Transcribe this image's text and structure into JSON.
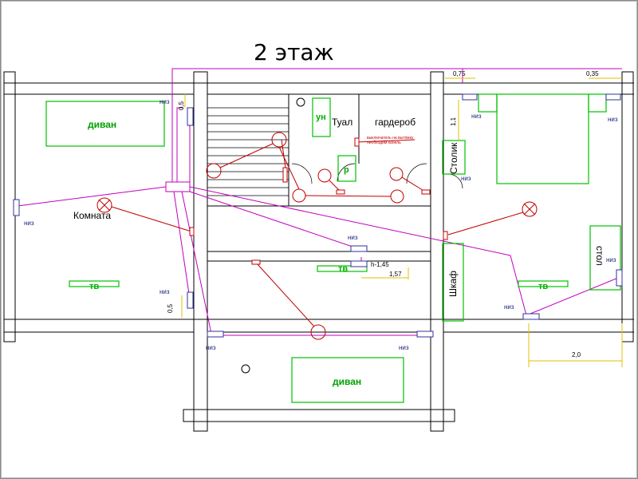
{
  "title": "2 этаж",
  "rooms": {
    "komnata": "Комната",
    "tual": "Туал",
    "garderob": "гардероб",
    "stolik": "Столик",
    "shkaf": "Шкаф",
    "stol": "стол"
  },
  "furniture": {
    "divan_left": "диван",
    "divan_bottom": "диван",
    "tv": "тв",
    "un": "ун",
    "r": "р"
  },
  "note": {
    "line1": "выключатель на вытяжку",
    "line2": "необходим кабель"
  },
  "sockets": {
    "niz": "низ"
  },
  "dimensions": {
    "d075": "0,75",
    "d035": "0,35",
    "d11": "1,1",
    "d05a": "0,5",
    "d05b": "0,5",
    "d157": "1,57",
    "d20": "2,0",
    "h145": "h-1,45"
  },
  "colors": {
    "wall": "#000000",
    "wire": "#c000c0",
    "lamp": "#c00000",
    "furniture": "#00c000",
    "dimension": "#e0c000",
    "socket": "#3030a0"
  }
}
